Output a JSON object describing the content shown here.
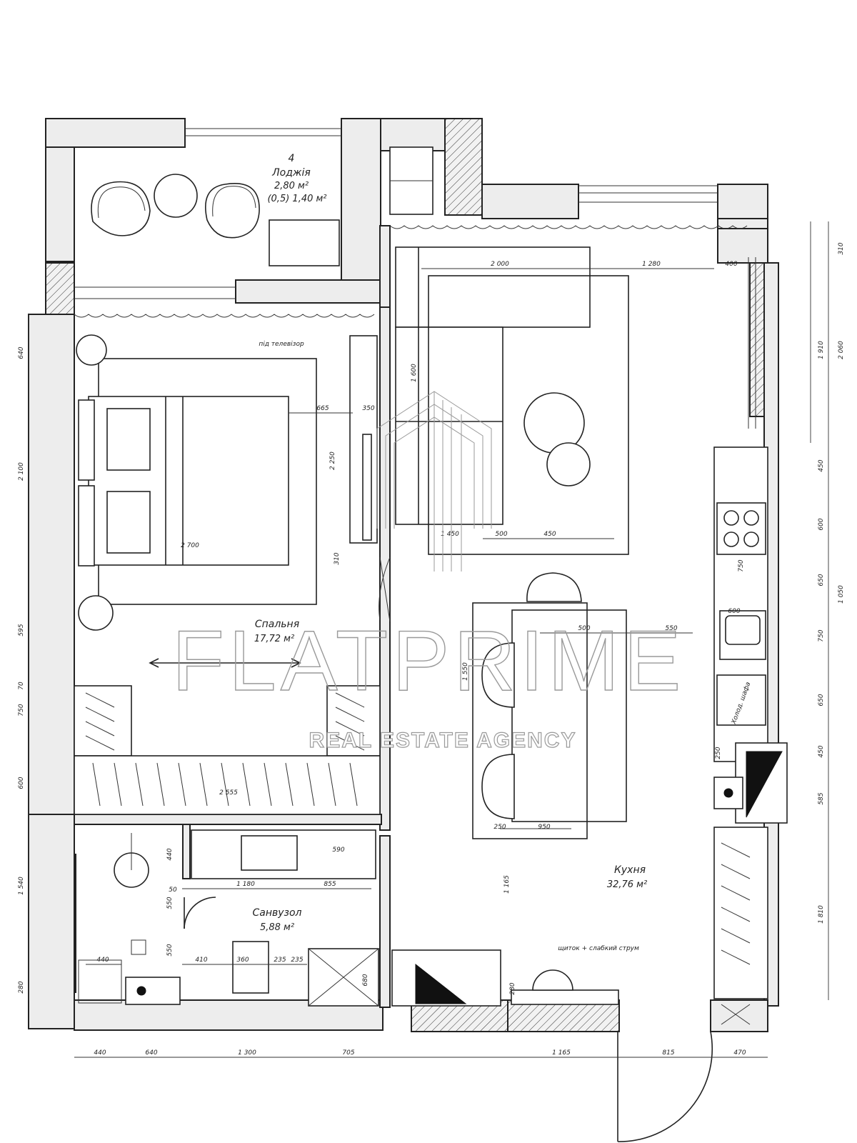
{
  "rooms": {
    "loggia": {
      "number": "4",
      "name": "Лоджія",
      "area": "2,80 м²",
      "area_coef": "(0,5) 1,40 м²"
    },
    "bedroom": {
      "name": "Спальня",
      "area": "17,72 м²"
    },
    "bathroom": {
      "name": "Санвузол",
      "area": "5,88 м²"
    },
    "kitchen": {
      "name": "Кухня",
      "area": "32,76 м²"
    }
  },
  "labels": {
    "fridge": "Холод. шафа",
    "tv_note": "під телевізор",
    "electrical_note": "щиток + слабкий струм"
  },
  "dims_top": [
    "2 000",
    "1 280",
    "400"
  ],
  "dims_right": [
    "310",
    "1 910",
    "2 060",
    "450",
    "600",
    "650",
    "750",
    "1 050",
    "650",
    "450",
    "585",
    "1 810"
  ],
  "dims_left": [
    "640",
    "2 100",
    "595",
    "70",
    "750",
    "600",
    "1 540",
    "280"
  ],
  "dims_bottom": [
    "440",
    "640",
    "1 300",
    "705",
    "1 165",
    "815",
    "470"
  ],
  "dims_interior": [
    "665",
    "350",
    "2 250",
    "2 700",
    "310",
    "1 600",
    "1 450",
    "500",
    "450",
    "500",
    "550",
    "1 550",
    "250",
    "950",
    "2 555",
    "440",
    "590",
    "1 180",
    "855",
    "1 165",
    "550",
    "550",
    "50",
    "440",
    "410",
    "360",
    "235",
    "235",
    "680",
    "250",
    "280",
    "600",
    "750"
  ],
  "watermark": {
    "brand": "FLATPRIME",
    "tagline": "REAL ESTATE AGENCY"
  }
}
